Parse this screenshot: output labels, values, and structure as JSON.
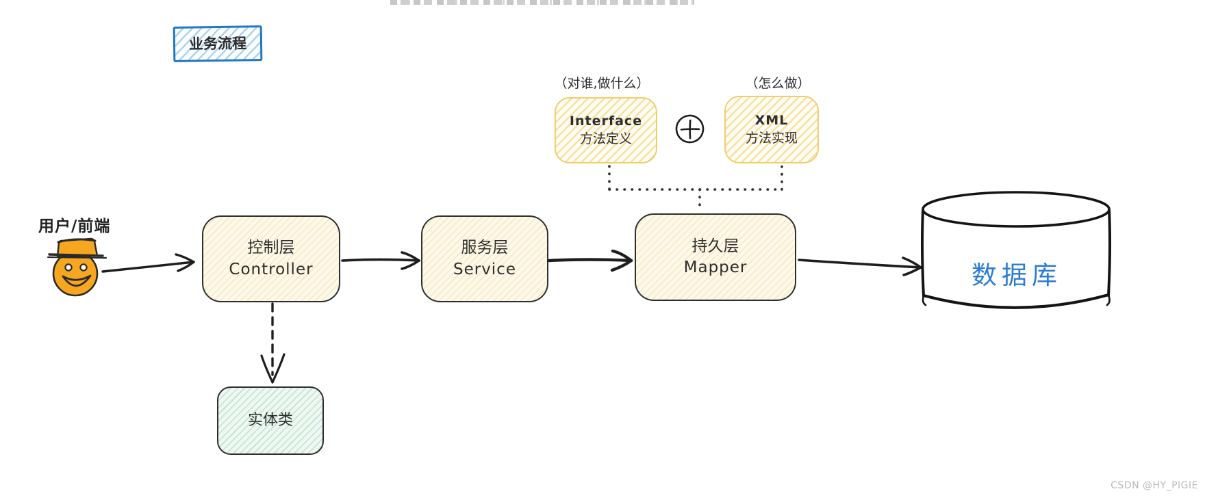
{
  "diagram": {
    "title_label": "业务流程",
    "top_clipped_watermark_visible": true,
    "annotations": {
      "over_interface": "（对谁,做什么）",
      "over_xml": "（怎么做）"
    },
    "mapper_detail": {
      "interface_box": {
        "line1": "Interface",
        "line2": "方法定义"
      },
      "combine_icon": "plus-in-circle",
      "xml_box": {
        "line1": "XML",
        "line2": "方法实现"
      }
    },
    "flow": {
      "user_label": "用户/前端",
      "user_icon": "smiley-face-with-hat",
      "controller": {
        "line1": "控制层",
        "line2": "Controller"
      },
      "service": {
        "line1": "服务层",
        "line2": "Service"
      },
      "mapper": {
        "line1": "持久层",
        "line2": "Mapper"
      },
      "database": {
        "label": "数据库",
        "icon": "cylinder"
      },
      "entity": {
        "label": "实体类"
      }
    },
    "credit": "CSDN @HY_PIGIE"
  },
  "colors": {
    "ink": "#1e1e1e",
    "blue_border": "#2176c7",
    "blue_hatch": "#80bcea",
    "yellow_border": "#f0cd6d",
    "yellow_hatch": "#f3c85c",
    "pale_box_bg": "#fdf9ea",
    "green_hatch": "#7ec69e",
    "database_text": "#2b7cd3",
    "face_orange": "#f6a61f",
    "watermark_gray": "#b8b8b8"
  }
}
